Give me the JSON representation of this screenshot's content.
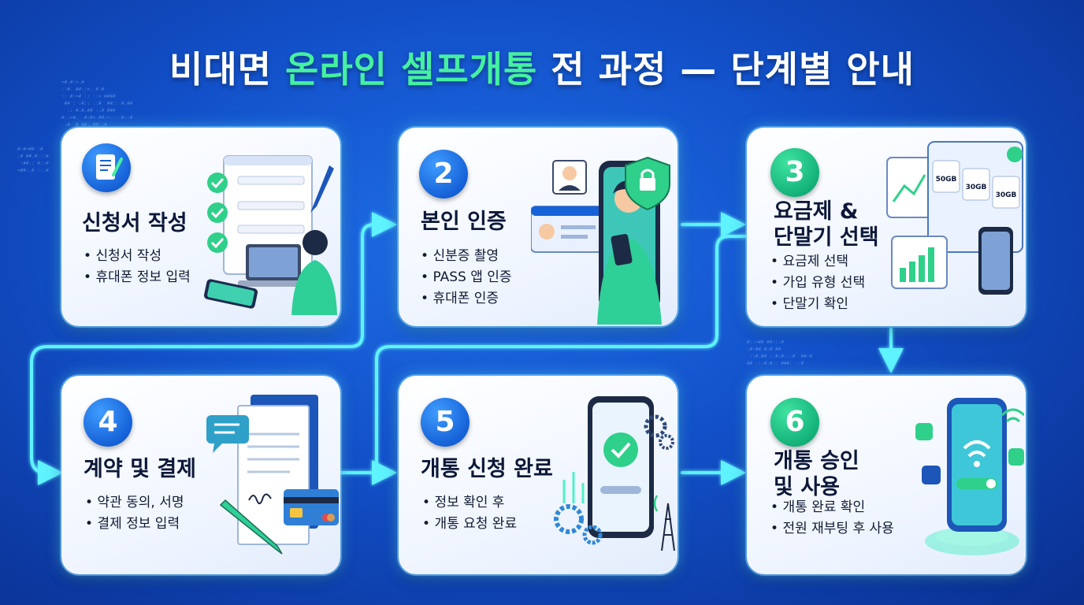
{
  "title": {
    "part1": "비대면 ",
    "highlight": "온라인 셀프개통",
    "part2": " 전 과정 — 단계별 안내"
  },
  "steps": [
    {
      "number": "",
      "title_lines": [
        "신청서 작성"
      ],
      "bullets": [
        "신청서 작성",
        "휴대폰 정보 입력"
      ]
    },
    {
      "number": "2",
      "title_lines": [
        "본인 인증"
      ],
      "bullets": [
        "신분증 촬영",
        "PASS 앱 인증",
        "휴대폰 인증"
      ]
    },
    {
      "number": "3",
      "title_lines": [
        "요금제 &",
        "단말기 선택"
      ],
      "bullets": [
        "요금제 선택",
        "가입 유형 선택",
        "단말기 확인"
      ]
    },
    {
      "number": "4",
      "title_lines": [
        "계약 및 결제"
      ],
      "bullets": [
        "약관 동의, 서명",
        "결제 정보 입력"
      ]
    },
    {
      "number": "5",
      "title_lines": [
        "개통 신청 완료"
      ],
      "bullets": [
        "정보 확인 후",
        "개통 요청 완료"
      ]
    },
    {
      "number": "6",
      "title_lines": [
        "개통 승인",
        "및 사용"
      ],
      "bullets": [
        "개통 완료 확인",
        "전원 재부팅 후 사용"
      ]
    }
  ],
  "icons": {
    "step1": "application-form-icon",
    "step2": "identity-verification-icon",
    "step3": "plan-selection-icon",
    "step4": "contract-payment-icon",
    "step5": "activation-request-icon",
    "step6": "activation-complete-icon"
  },
  "plan_labels": [
    "50GB",
    "30GB",
    "30GB"
  ],
  "colors": {
    "accent_green": "#45f0a0",
    "primary_blue": "#1662d8",
    "flow_line": "#5ff2ff"
  }
}
